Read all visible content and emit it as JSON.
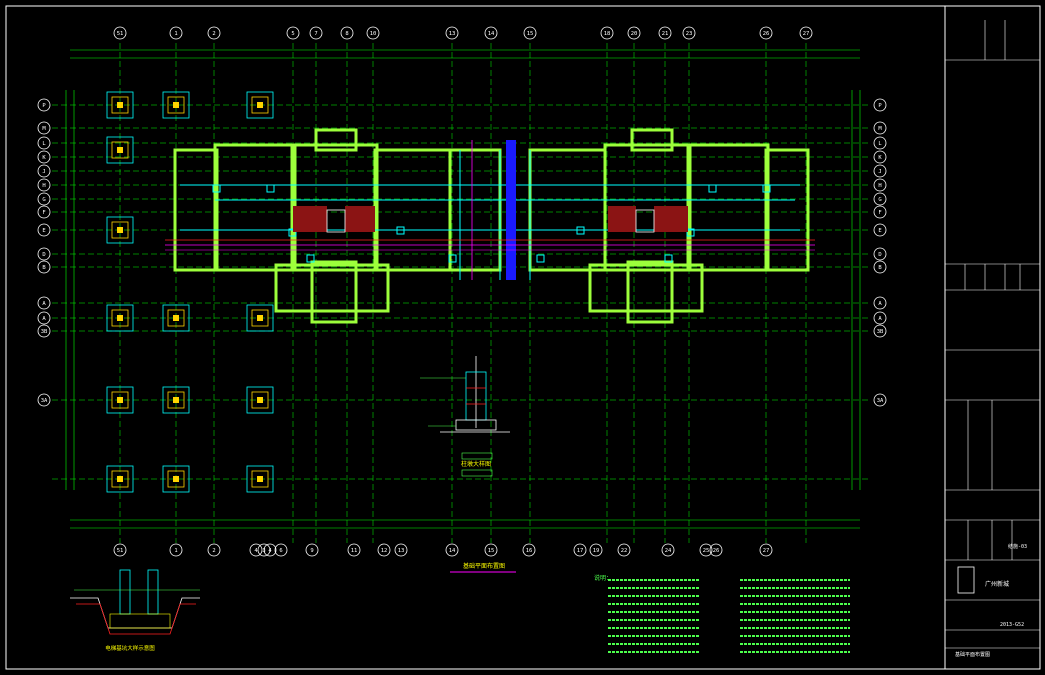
{
  "drawing": {
    "colors": {
      "background": "#000000",
      "frame": "#ffffff",
      "grid": "#00ff00",
      "wall": "#9dff3b",
      "column": "#ffd400",
      "beam": "#00ffff",
      "red": "#ff2020",
      "magenta": "#ff00ff",
      "blue": "#1a1aff",
      "hatch": "#8b1414",
      "text_green": "#4dff4d",
      "text_yellow": "#ffff00"
    },
    "top_axes": [
      "51",
      "1",
      "2",
      "5",
      "7",
      "8",
      "10",
      "13",
      "14",
      "15",
      "18",
      "20",
      "21",
      "23",
      "26",
      "27"
    ],
    "bottom_axes": [
      "51",
      "1",
      "2",
      "4",
      "3",
      "4",
      "6",
      "9",
      "11",
      "12",
      "13",
      "14",
      "15",
      "16",
      "17",
      "19",
      "22",
      "24",
      "25",
      "26",
      "27"
    ],
    "left_axes": [
      "P",
      "M",
      "L",
      "K",
      "J",
      "H",
      "G",
      "F",
      "E",
      "D",
      "B",
      "A",
      "A",
      "3B",
      "3A"
    ],
    "right_axes": [
      "P",
      "M",
      "L",
      "K",
      "J",
      "H",
      "G",
      "F",
      "E",
      "D",
      "B",
      "A",
      "A",
      "3B",
      "3A"
    ],
    "plan_title": "基础平面布置图",
    "detail_title": "柱墩大样图",
    "section_title": "电梯基坑大样示意图",
    "notes_label": "说明："
  },
  "title_block": {
    "rows_top": [
      "",
      "",
      "",
      ""
    ],
    "company": "广州新城",
    "project_no": "2013-G52",
    "drawing_no": "结施-03",
    "sheet_name": "基础平面布置图"
  }
}
